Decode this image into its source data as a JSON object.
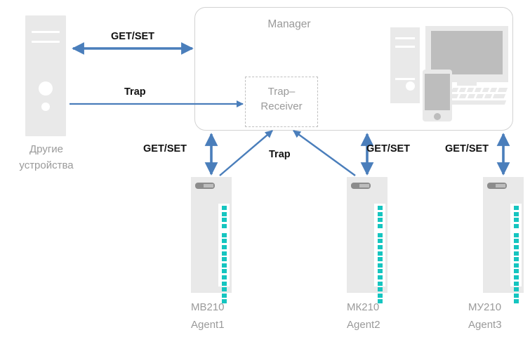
{
  "diagram": {
    "title_manager": "Manager",
    "trap_receiver": "Trap–\nReceiver",
    "other_devices": "Другие\nустройства",
    "colors": {
      "arrow_blue": "#4a7ebb",
      "device_gray": "#e9e9e9",
      "screen_gray": "#bdbdbd",
      "led_teal": "#15c5c0",
      "label_gray": "#9a9a9a",
      "border_gray": "#d2d2d2",
      "dashed_gray": "#c0c0c0"
    }
  },
  "arrow_labels": {
    "getset_top": "GET/SET",
    "trap_left": "Trap",
    "getset_agent1": "GET/SET",
    "trap_mid": "Trap",
    "getset_agent2": "GET/SET",
    "getset_agent3": "GET/SET"
  },
  "agents": [
    {
      "model": "МВ210",
      "role": "Agent1",
      "label": "МВ210\nAgent1"
    },
    {
      "model": "МК210",
      "role": "Agent2",
      "label": "МК210\nAgent2"
    },
    {
      "model": "МУ210",
      "role": "Agent3",
      "label": "МУ210\nAgent3"
    }
  ]
}
